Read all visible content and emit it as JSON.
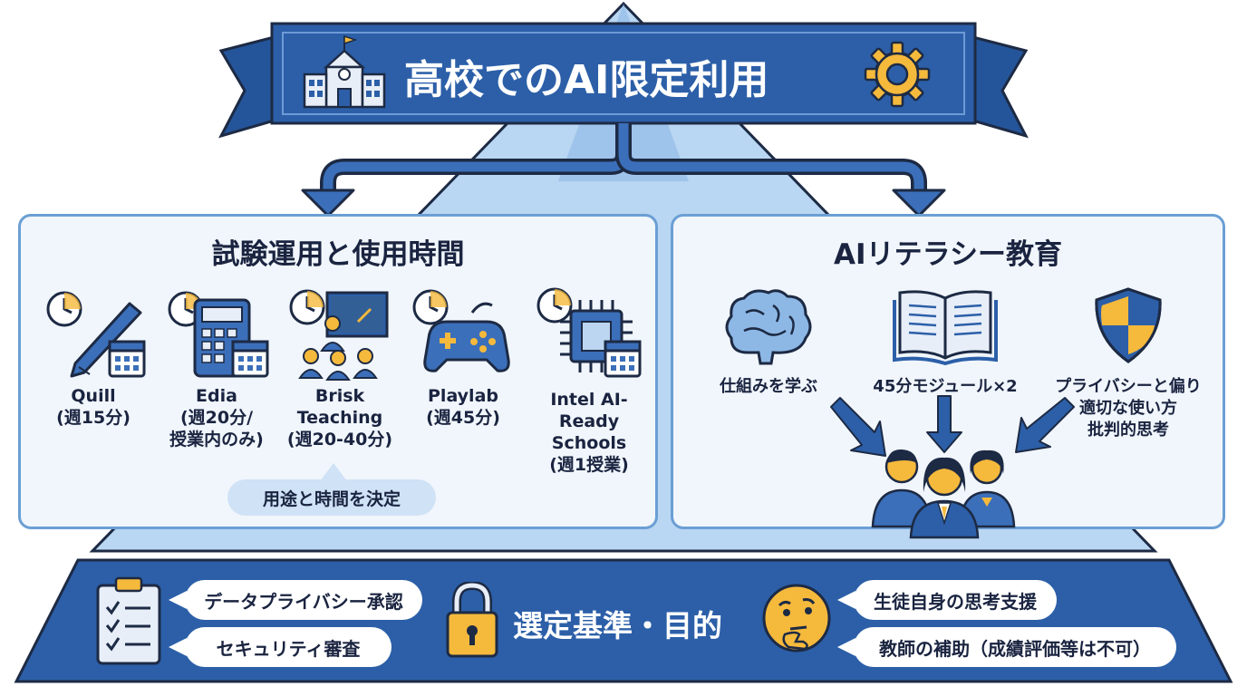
{
  "header": {
    "title": "高校でのAI限定利用"
  },
  "left_panel": {
    "title": "試験運用と使用時間",
    "tools": [
      {
        "name": "Quill",
        "detail": "(週15分)",
        "icon": "pen-icon"
      },
      {
        "name": "Edia",
        "detail": "(週20分/",
        "detail2": "授業内のみ)",
        "icon": "calculator-icon"
      },
      {
        "name": "Brisk",
        "name2": "Teaching",
        "detail": "(週20-40分)",
        "icon": "teacher-icon"
      },
      {
        "name": "Playlab",
        "detail": "(週45分)",
        "icon": "gamepad-icon"
      },
      {
        "name": "Intel AI-Ready",
        "name2": "Schools",
        "detail": "(週1授業)",
        "icon": "chip-icon"
      }
    ],
    "decision_label": "用途と時間を決定"
  },
  "right_panel": {
    "title": "AIリテラシー教育",
    "items": [
      {
        "label": "仕組みを学ぶ",
        "icon": "brain-icon"
      },
      {
        "label": "45分モジュール×2",
        "icon": "book-icon"
      },
      {
        "label": "プライバシーと偏り",
        "label2": "適切な使い方",
        "label3": "批判的思考",
        "icon": "shield-icon"
      }
    ]
  },
  "base": {
    "title": "選定基準・目的",
    "left_bubbles": [
      "データプライバシー承認",
      "セキュリティ審査"
    ],
    "right_bubbles": [
      "生徒自身の思考支援",
      "教師の補助（成績評価等は不可）"
    ]
  },
  "colors": {
    "primary_blue": "#2c5fa8",
    "dark_navy": "#1d2a44",
    "light_blue": "#a9cdef",
    "panel_bg": "#f1f6fc",
    "accent_yellow": "#f5b93c"
  }
}
